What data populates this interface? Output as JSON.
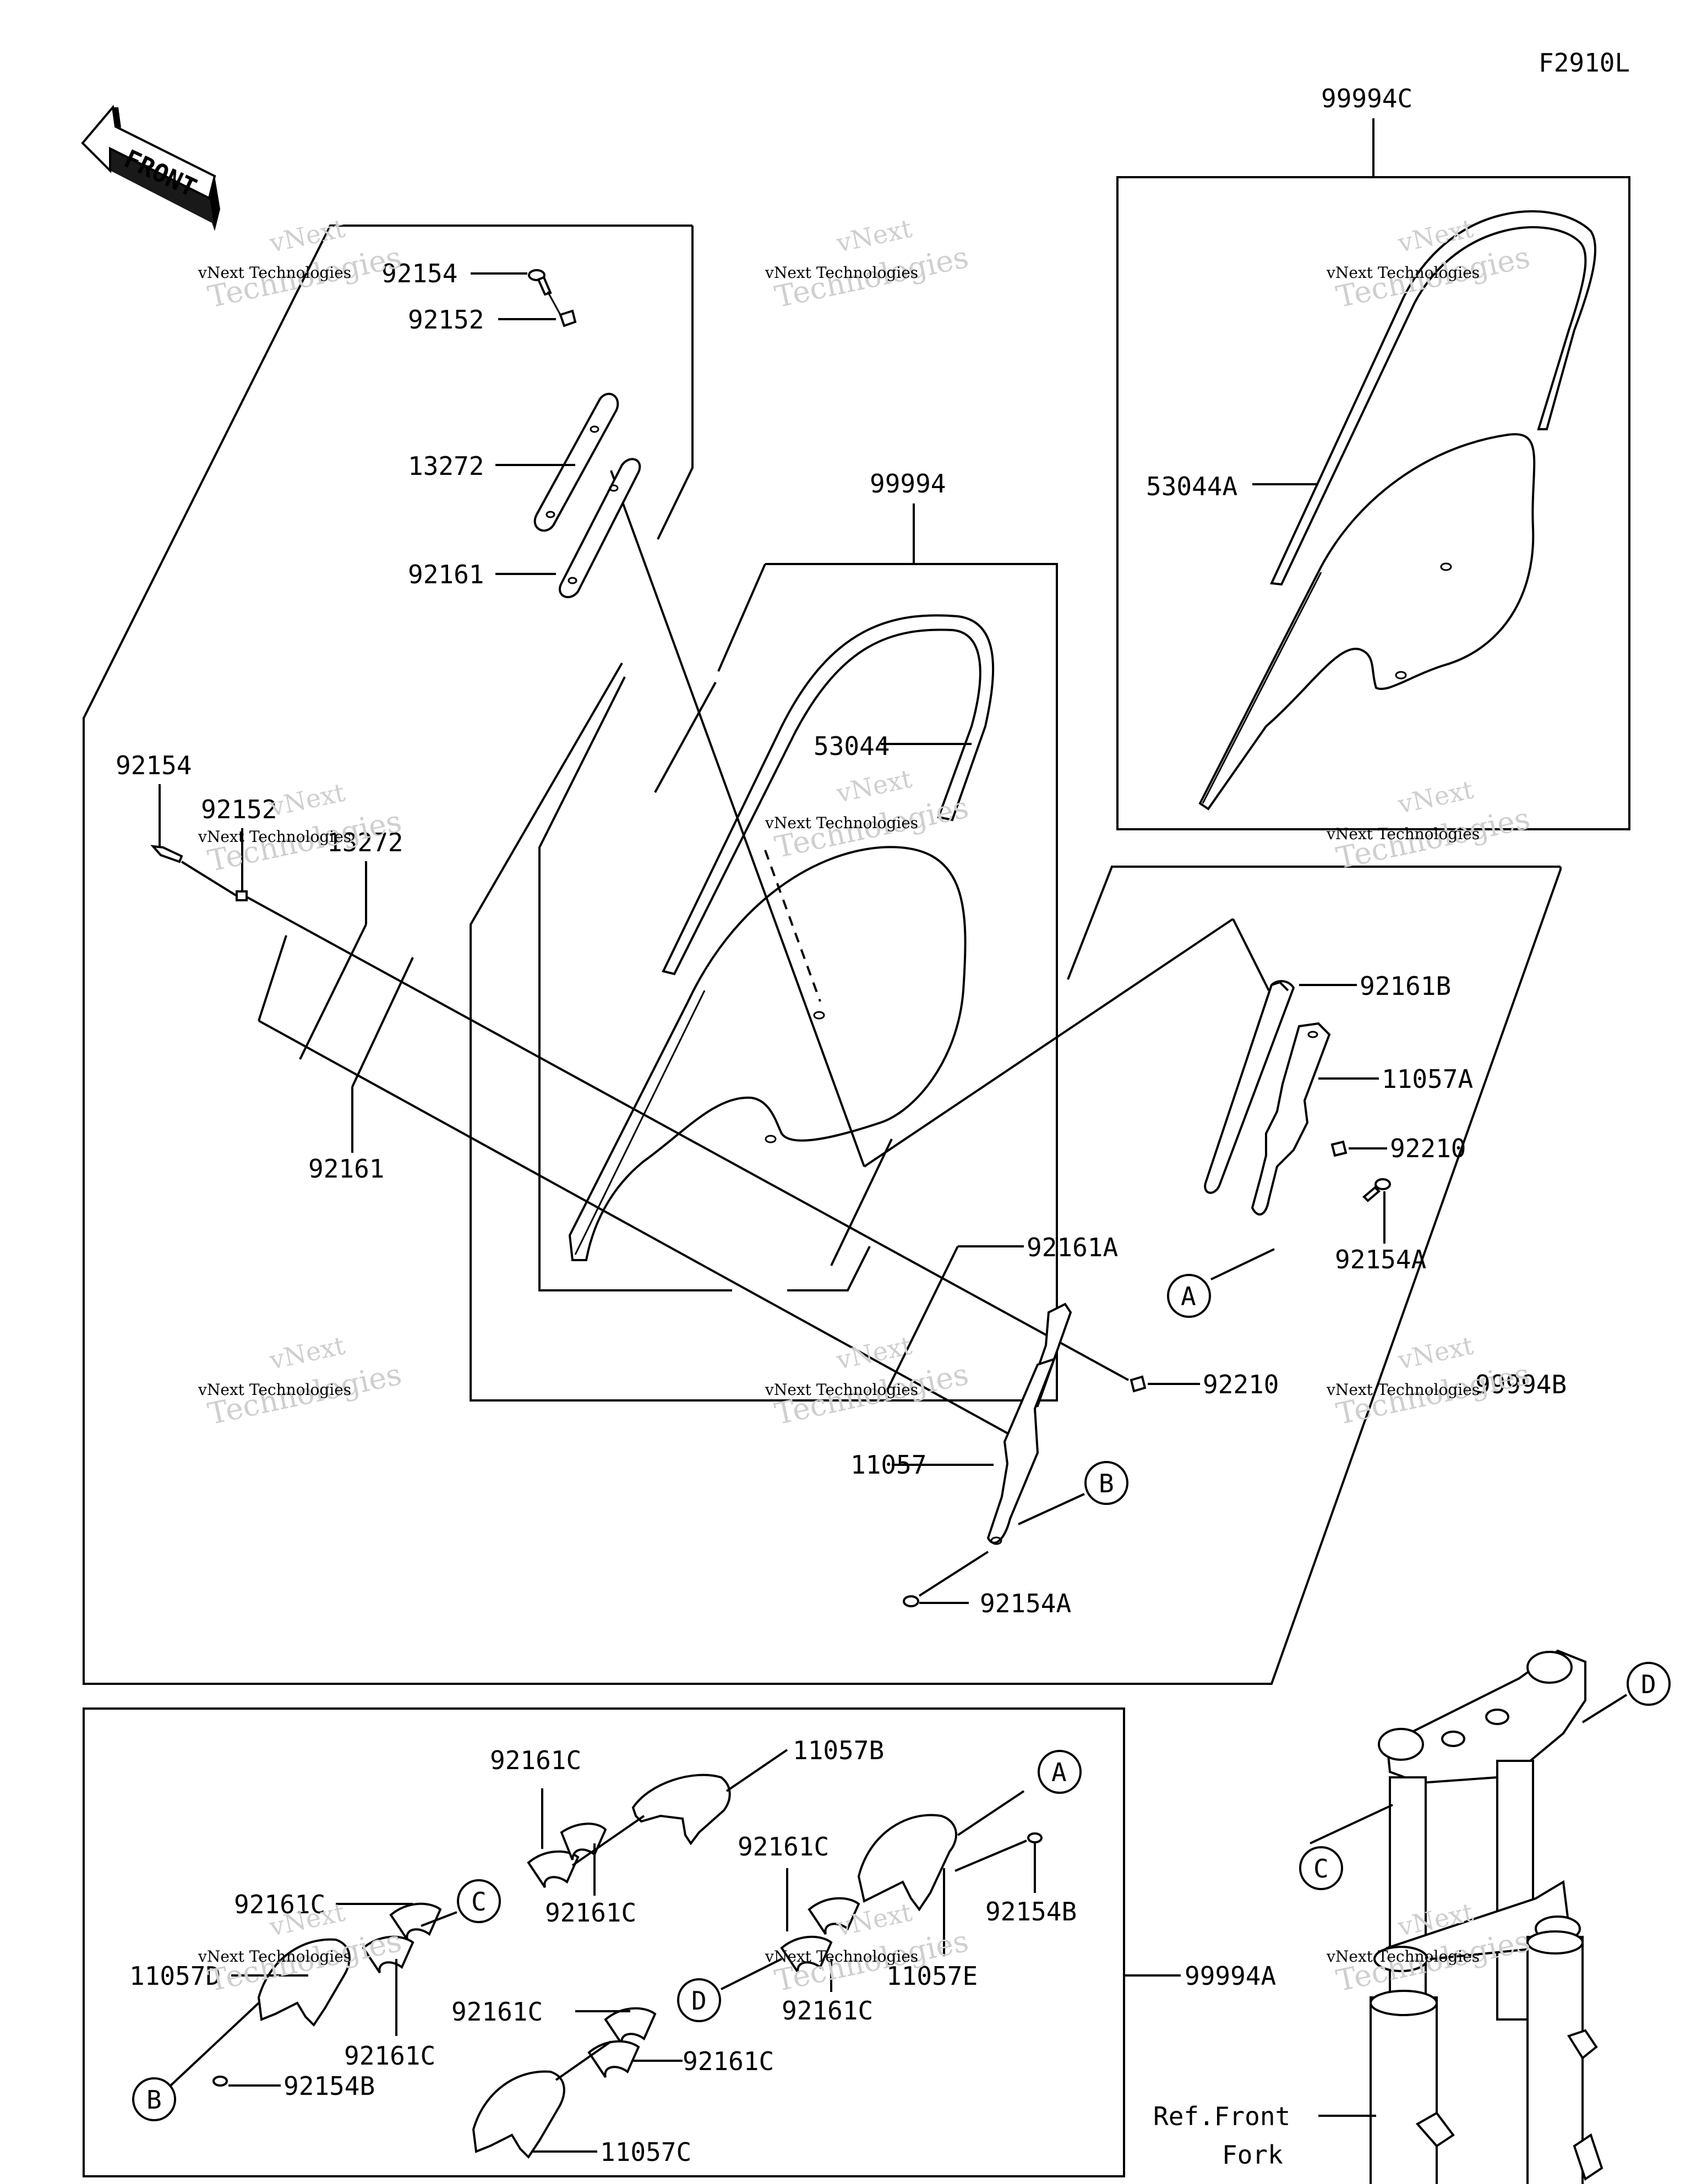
{
  "figure_code": "F2910L",
  "front_arrow_text": "FRONT",
  "watermark": {
    "line1": "vNext Technologies",
    "line2": "vNext",
    "line3": "Technologies"
  },
  "kit_labels": {
    "kit_main": "99994",
    "kit_c": "99994C",
    "kit_b": "99994B",
    "kit_a": "99994A"
  },
  "part_labels": {
    "p92154_top": "92154",
    "p92152_top": "92152",
    "p13272_top": "13272",
    "p92161_top": "92161",
    "p92154_left": "92154",
    "p92152_left": "92152",
    "p13272_left": "13272",
    "p92161_left": "92161",
    "p53044": "53044",
    "p53044A": "53044A",
    "p92161B": "92161B",
    "p11057A": "11057A",
    "p92210_right": "92210",
    "p92154A_right": "92154A",
    "p92161A": "92161A",
    "p92210_mid": "92210",
    "p11057": "11057",
    "p92154A_bottom": "92154A",
    "p92161C_1": "92161C",
    "p11057B": "11057B",
    "p92161C_2": "92161C",
    "p92161C_3": "92161C",
    "p92154B_right": "92154B",
    "p92161C_4": "92161C",
    "p11057E": "11057E",
    "p92161C_5": "92161C",
    "p11057D": "11057D",
    "p92161C_6": "92161C",
    "p92154B_left": "92154B",
    "p92161C_7": "92161C",
    "p92161C_8": "92161C",
    "p11057C": "11057C"
  },
  "callouts": {
    "a_upper": "A",
    "b_upper": "B",
    "c_lower": "C",
    "a_lower": "A",
    "d_lower": "D",
    "b_lower": "B",
    "d_fork": "D",
    "c_fork": "C"
  },
  "ref_note": {
    "line1": "Ref.Front",
    "line2": "Fork"
  }
}
